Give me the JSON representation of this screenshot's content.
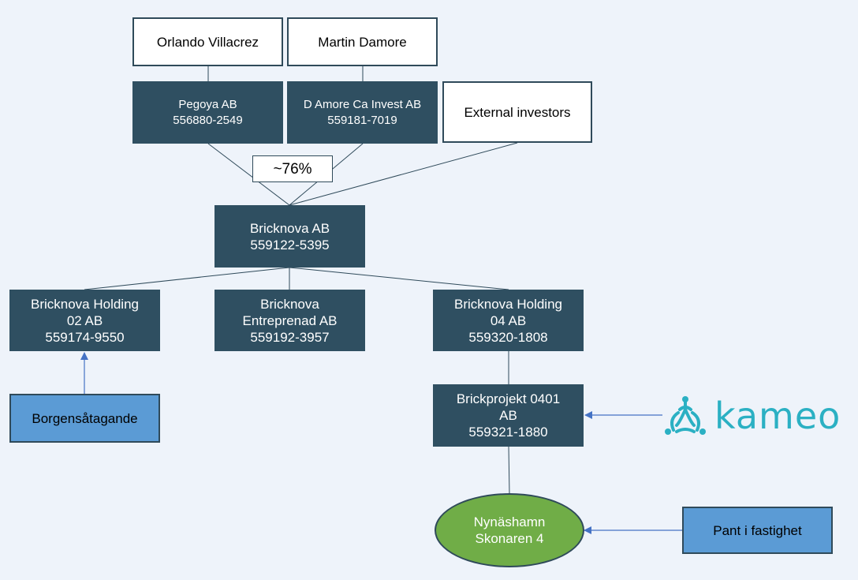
{
  "owners": {
    "orlando": "Orlando Villacrez",
    "martin": "Martin Damore"
  },
  "holding_cos": {
    "pegoya": {
      "name": "Pegoya AB",
      "org": "556880-2549"
    },
    "damore": {
      "name": "D Amore Ca Invest AB",
      "org": "559181-7019"
    },
    "external": "External investors"
  },
  "ownership_share": "~76%",
  "parent": {
    "name": "Bricknova AB",
    "org": "559122-5395"
  },
  "subsidiaries": {
    "holding02": {
      "line1": "Bricknova Holding",
      "line2": "02 AB",
      "org": "559174-9550"
    },
    "entreprenad": {
      "line1": "Bricknova",
      "line2": "Entreprenad AB",
      "org": "559192-3957"
    },
    "holding04": {
      "line1": "Bricknova Holding",
      "line2": "04 AB",
      "org": "559320-1808"
    }
  },
  "project": {
    "line1": "Brickprojekt 0401",
    "line2": "AB",
    "org": "559321-1880"
  },
  "property": {
    "line1": "Nynäshamn",
    "line2": "Skonaren 4"
  },
  "guarantee": "Borgensåtagande",
  "pledge": "Pant i fastighet",
  "lender": {
    "brand": "kameo",
    "icon": "kameo-logo-icon",
    "color": "#2bb0c3"
  },
  "colors": {
    "background": "#eef3fa",
    "dark_box": "#2f4f61",
    "blue_box": "#5b9bd5",
    "property": "#70ad47",
    "arrow": "#4472c4"
  }
}
